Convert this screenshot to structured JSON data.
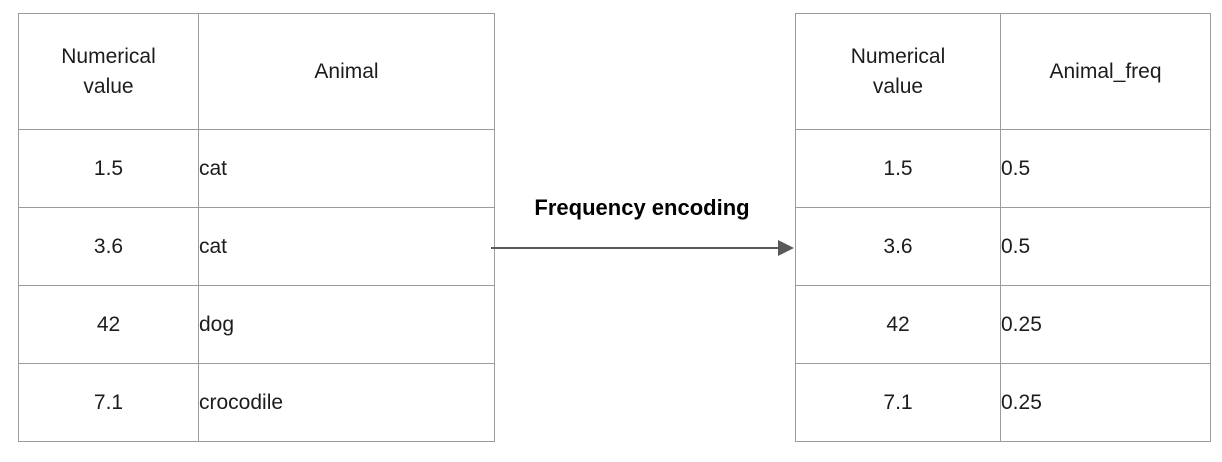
{
  "diagram": {
    "transform_label": "Frequency encoding",
    "input_table": {
      "headers": [
        "Numerical value",
        "Animal"
      ],
      "rows": [
        [
          "1.5",
          "cat"
        ],
        [
          "3.6",
          "cat"
        ],
        [
          "42",
          "dog"
        ],
        [
          "7.1",
          "crocodile"
        ]
      ]
    },
    "output_table": {
      "headers": [
        "Numerical value",
        "Animal_freq"
      ],
      "rows": [
        [
          "1.5",
          "0.5"
        ],
        [
          "3.6",
          "0.5"
        ],
        [
          "42",
          "0.25"
        ],
        [
          "7.1",
          "0.25"
        ]
      ]
    }
  },
  "colors": {
    "table_border": "#9b9b9b",
    "arrow": "#595959",
    "text": "#1c1c1c",
    "label": "#000000",
    "background": "#ffffff"
  }
}
